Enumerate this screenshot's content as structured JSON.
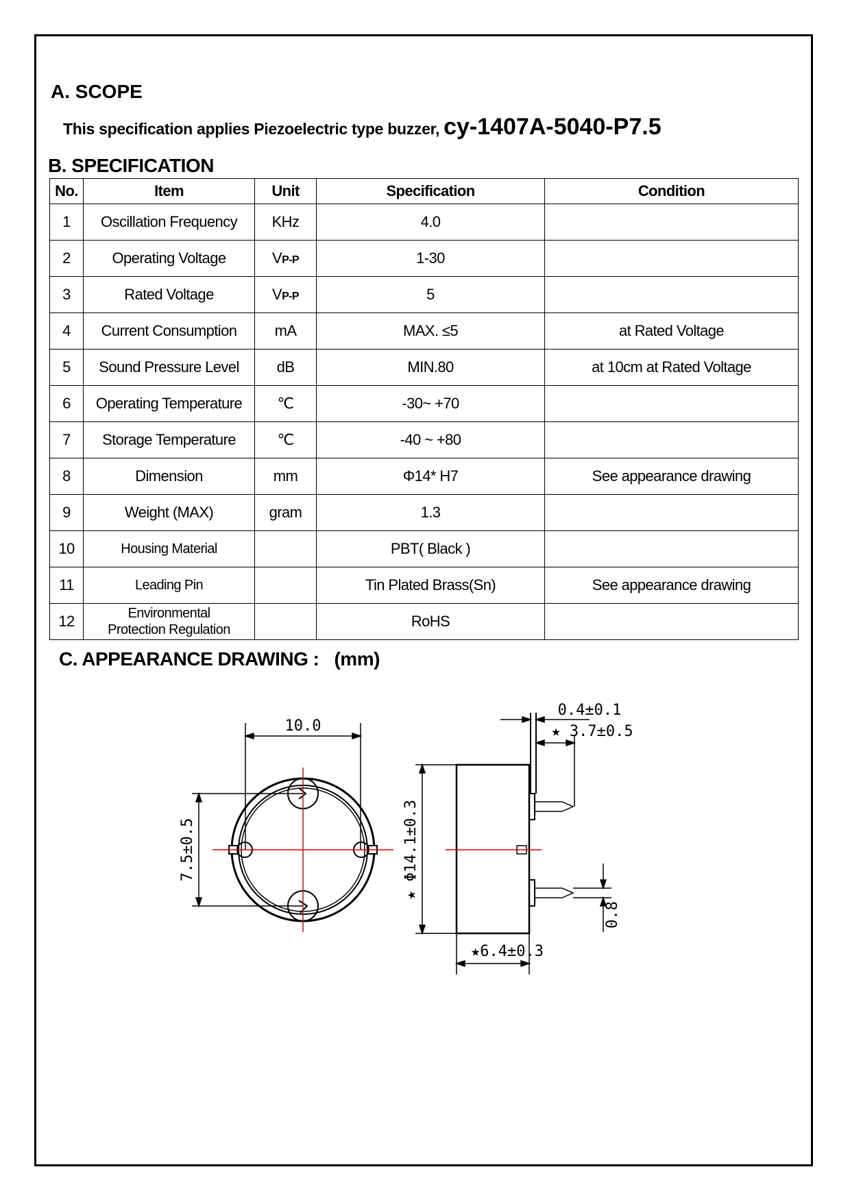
{
  "scope": {
    "heading": "A. SCOPE",
    "text": "This specification applies Piezoelectric type buzzer,",
    "model": "cy-1407A-5040-P7.5"
  },
  "specification": {
    "heading": "B. SPECIFICATION",
    "headers": [
      "No.",
      "Item",
      "Unit",
      "Specification",
      "Condition"
    ],
    "rows": [
      {
        "no": "1",
        "item": "Oscillation Frequency",
        "unit": "KHz",
        "spec": "4.0",
        "condition": ""
      },
      {
        "no": "2",
        "item": "Operating Voltage",
        "unit_main": "V",
        "unit_sub": "P-P",
        "spec": "1-30",
        "condition": ""
      },
      {
        "no": "3",
        "item": "Rated Voltage",
        "unit_main": "V",
        "unit_sub": "P-P",
        "spec": "5",
        "condition": ""
      },
      {
        "no": "4",
        "item": "Current Consumption",
        "unit": "mA",
        "spec": "MAX. ≤5",
        "condition": "at Rated Voltage"
      },
      {
        "no": "5",
        "item": "Sound Pressure Level",
        "unit": "dB",
        "spec": "MIN.80",
        "condition": "at 10cm at Rated Voltage"
      },
      {
        "no": "6",
        "item": "Operating Temperature",
        "unit": "℃",
        "spec": "-30~ +70",
        "condition": ""
      },
      {
        "no": "7",
        "item": "Storage Temperature",
        "unit": "℃",
        "spec": "-40 ~ +80",
        "condition": ""
      },
      {
        "no": "8",
        "item": "Dimension",
        "unit": "mm",
        "spec": "Φ14* H7",
        "condition": "See appearance drawing"
      },
      {
        "no": "9",
        "item": "Weight (MAX)",
        "unit": "gram",
        "spec": "1.3",
        "condition": ""
      },
      {
        "no": "10",
        "item": "Housing Material",
        "unit": "",
        "spec": "PBT( Black )",
        "condition": ""
      },
      {
        "no": "11",
        "item": "Leading Pin",
        "unit": "",
        "spec": "Tin Plated Brass(Sn)",
        "condition": "See appearance drawing"
      },
      {
        "no": "12",
        "item_line1": "Environmental",
        "item_line2": "Protection Regulation",
        "unit": "",
        "spec": "RoHS",
        "condition": ""
      }
    ]
  },
  "appearance": {
    "heading": "C. APPEARANCE DRAWING :",
    "unit": "(mm)",
    "dims": {
      "diameter_top": "10.0",
      "pitch": "7.5±0.5",
      "outer_diameter": "★ Φ14.1±0.3",
      "pin_top": "0.4±0.1",
      "pin_len": "★ 3.7±0.5",
      "height": "★6.4±0.3",
      "pin_dia": "0.8"
    }
  }
}
